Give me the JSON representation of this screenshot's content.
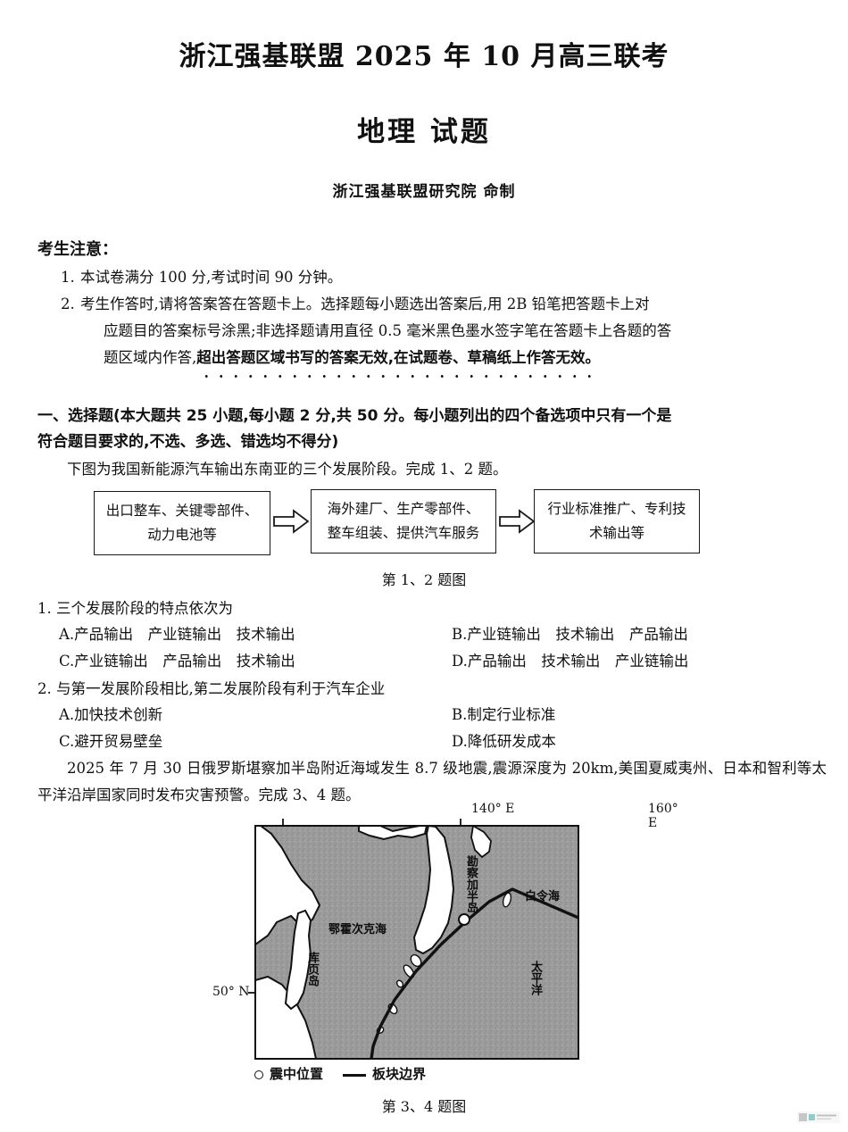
{
  "header": {
    "exam_title": "浙江强基联盟 2025 年 10 月高三联考",
    "subject_title": "地理  试题",
    "institute": "浙江强基联盟研究院 命制"
  },
  "notes": {
    "heading": "考生注意：",
    "item1_num": "1.",
    "item1_text": "本试卷满分 100 分,考试时间 90 分钟。",
    "item2_num": "2.",
    "item2_line1": "考生作答时,请将答案答在答题卡上。选择题每小题选出答案后,用 2B 铅笔把答题卡上对",
    "item2_line2": "应题目的答案标号涂黑;非选择题请用直径 0.5 毫米黑色墨水签字笔在答题卡上各题的答",
    "item2_line3_plain": "题区域内作答,",
    "item2_line3_emph": "超出答题区域书写的答案无效,在试题卷、草稿纸上作答无效。"
  },
  "section1": {
    "heading_line1": "一、选择题(本大题共 25 小题,每小题 2 分,共 50 分。每小题列出的四个备选项中只有一个是",
    "heading_line2": "符合题目要求的,不选、多选、错选均不得分)",
    "intro": "下图为我国新能源汽车输出东南亚的三个发展阶段。完成 1、2 题。"
  },
  "flowchart": {
    "boxes": [
      {
        "line1": "出口整车、关键零部件、",
        "line2": "动力电池等"
      },
      {
        "line1": "海外建厂、生产零部件、",
        "line2": "整车组装、提供汽车服务"
      },
      {
        "line1": "行业标准推广、专利技",
        "line2": "术输出等"
      }
    ],
    "caption": "第 1、2 题图"
  },
  "question1": {
    "stem": "1. 三个发展阶段的特点依次为",
    "options": [
      {
        "label": "A.",
        "text": "产品输出　产业链输出　技术输出"
      },
      {
        "label": "B.",
        "text": "产业链输出　技术输出　产品输出"
      },
      {
        "label": "C.",
        "text": "产业链输出　产品输出　技术输出"
      },
      {
        "label": "D.",
        "text": "产品输出　技术输出　产业链输出"
      }
    ]
  },
  "question2": {
    "stem": "2. 与第一发展阶段相比,第二发展阶段有利于汽车企业",
    "options": [
      {
        "label": "A.",
        "text": "加快技术创新"
      },
      {
        "label": "B.",
        "text": "制定行业标准"
      },
      {
        "label": "C.",
        "text": "避开贸易壁垒"
      },
      {
        "label": "D.",
        "text": "降低研发成本"
      }
    ]
  },
  "passage2": {
    "text": "2025 年 7 月 30 日俄罗斯堪察加半岛附近海域发生 8.7 级地震,震源深度为 20km,美国夏威夷州、日本和智利等太平洋沿岸国家同时发布灾害预警。完成 3、4 题。"
  },
  "map": {
    "lon_140": "140° E",
    "lon_160": "160° E",
    "lat_50": "50° N",
    "labels": {
      "okhotsk": "鄂霍次克海",
      "kamchatka": "勘察加半岛",
      "bering": "白令海",
      "sakhalin": "库页岛",
      "pacific": "太平洋"
    },
    "legend": {
      "epicenter": "震中位置",
      "plate_boundary": "板块边界"
    },
    "caption": "第 3、4 题图"
  }
}
